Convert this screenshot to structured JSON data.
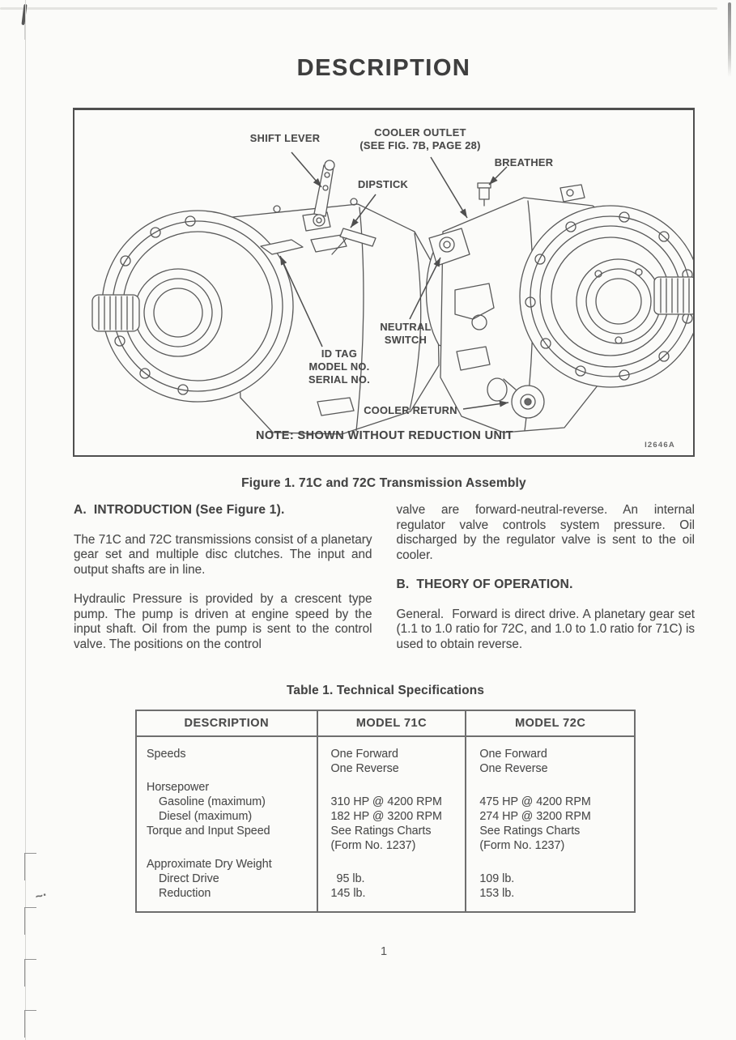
{
  "title": "DESCRIPTION",
  "figure": {
    "caption": "Figure 1. 71C and 72C Transmission Assembly",
    "note": "NOTE: SHOWN WITHOUT REDUCTION UNIT",
    "ref_code": "I2646A",
    "labels": {
      "shift_lever": "SHIFT LEVER",
      "cooler_outlet": "COOLER OUTLET\n(SEE FIG. 7B, PAGE 28)",
      "breather": "BREATHER",
      "dipstick": "DIPSTICK",
      "neutral_switch": "NEUTRAL\nSWITCH",
      "id_tag": "ID TAG\nMODEL NO.\nSERIAL NO.",
      "cooler_return": "COOLER RETURN"
    }
  },
  "sections": [
    {
      "heading": "A.  INTRODUCTION (See Figure 1).",
      "paragraphs": [
        "The 71C and 72C transmissions consist of a planetary gear set and multiple disc clutches. The input and output shafts are in line.",
        "Hydraulic Pressure is provided by a crescent type pump. The pump is driven at engine speed by the input shaft. Oil from the pump is sent to the control valve. The positions on the control",
        "valve are forward-neutral-reverse. An internal regulator valve controls system pressure. Oil discharged by the regulator valve is sent to the oil cooler."
      ]
    },
    {
      "heading": "B.  THEORY OF OPERATION.",
      "paragraphs": [
        "General.  Forward is direct drive. A planetary gear set (1.1 to 1.0 ratio for 72C, and 1.0 to 1.0 ratio for 71C) is used to obtain reverse."
      ]
    }
  ],
  "table": {
    "title": "Table 1. Technical Specifications",
    "headers": [
      "DESCRIPTION",
      "MODEL 71C",
      "MODEL 72C"
    ],
    "rows": [
      {
        "desc": "Speeds",
        "m71": "One Forward",
        "m72": "One Forward"
      },
      {
        "desc": "",
        "m71": "One Reverse",
        "m72": "One Reverse"
      },
      {
        "desc": "Horsepower",
        "m71": "",
        "m72": ""
      },
      {
        "desc": "Gasoline (maximum)",
        "m71": "310 HP @ 4200 RPM",
        "m72": "475 HP @ 4200 RPM"
      },
      {
        "desc": "Diesel (maximum)",
        "m71": "182 HP @ 3200 RPM",
        "m72": "274 HP @ 3200 RPM"
      },
      {
        "desc": "Torque and Input Speed",
        "m71": "See Ratings Charts",
        "m72": "See Ratings Charts"
      },
      {
        "desc": "",
        "m71": "(Form No. 1237)",
        "m72": "(Form No. 1237)"
      },
      {
        "desc": "Approximate Dry Weight",
        "m71": "",
        "m72": ""
      },
      {
        "desc": "Direct Drive",
        "m71": "95 lb.",
        "m72": "109 lb."
      },
      {
        "desc": "Reduction",
        "m71": "145 lb.",
        "m72": "153 lb."
      }
    ]
  },
  "page_number": "1",
  "colors": {
    "ink": "#4a4a4a",
    "line_art": "#595959",
    "paper": "#fbfbf9"
  }
}
